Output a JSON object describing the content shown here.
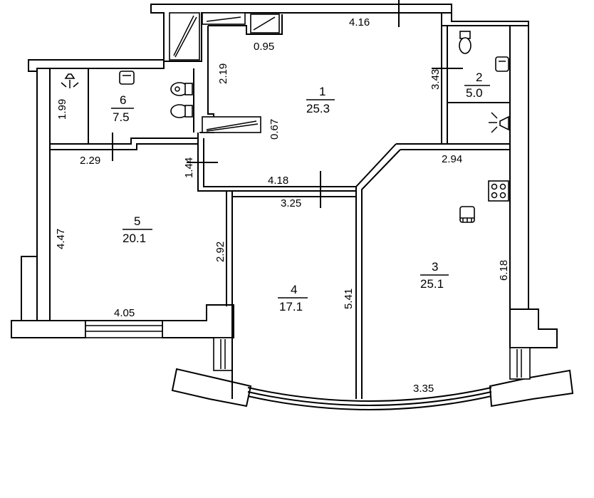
{
  "rooms": [
    {
      "id": "1",
      "number": "1",
      "area": "25.3"
    },
    {
      "id": "2",
      "number": "2",
      "area": "5.0"
    },
    {
      "id": "3",
      "number": "3",
      "area": "25.1"
    },
    {
      "id": "4",
      "number": "4",
      "area": "17.1"
    },
    {
      "id": "5",
      "number": "5",
      "area": "20.1"
    },
    {
      "id": "6",
      "number": "6",
      "area": "7.5"
    }
  ],
  "dimensions": {
    "d_4_16": "4.16",
    "d_0_95": "0.95",
    "d_2_19": "2.19",
    "d_3_43": "3.43",
    "d_1_99": "1.99",
    "d_0_67": "0.67",
    "d_2_29": "2.29",
    "d_1_44": "1.44",
    "d_2_94": "2.94",
    "d_4_18": "4.18",
    "d_3_25": "3.25",
    "d_4_47": "4.47",
    "d_2_92": "2.92",
    "d_6_18": "6.18",
    "d_5_41": "5.41",
    "d_4_05": "4.05",
    "d_3_35": "3.35"
  },
  "icons": [
    "lamp-icon",
    "washbasin-icon",
    "toilet-icon",
    "bathtub-icon",
    "stove-icon",
    "sink-icon",
    "window-icon"
  ]
}
